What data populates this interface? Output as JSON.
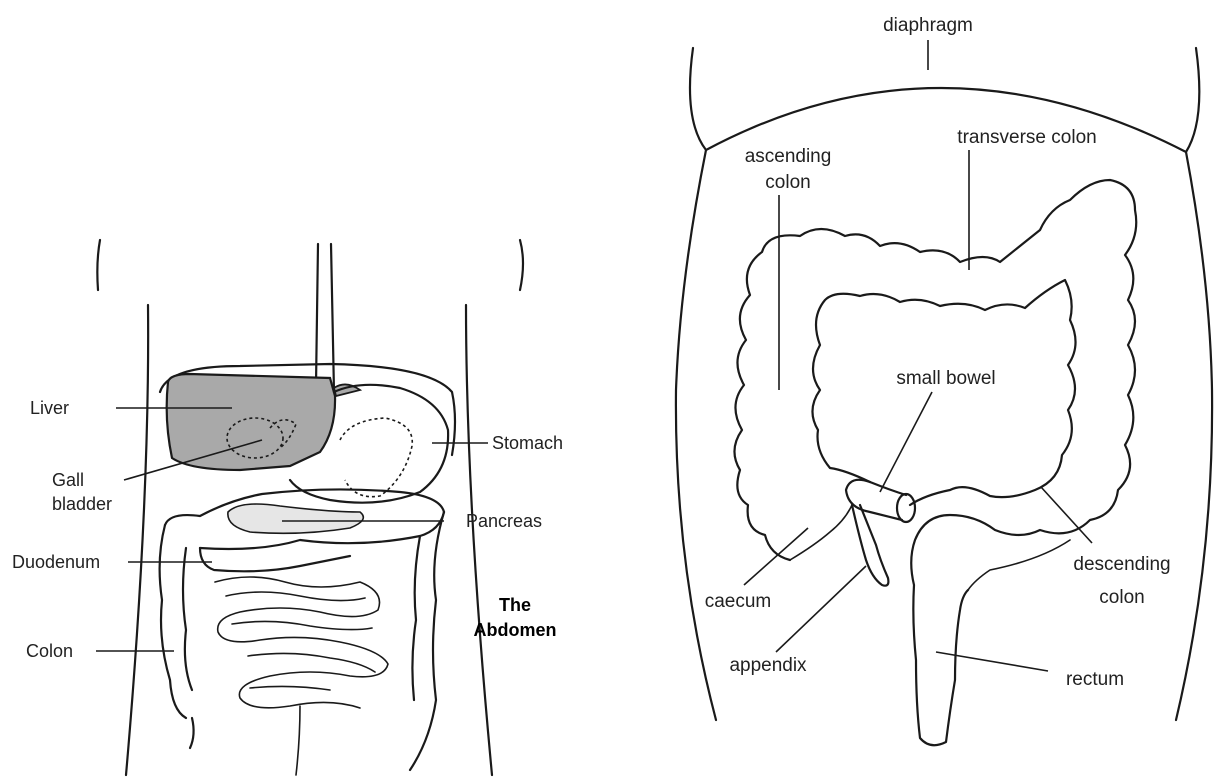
{
  "left_diagram": {
    "title_line1": "The",
    "title_line2": "Abdomen",
    "labels": {
      "liver": "Liver",
      "gall_bladder_1": "Gall",
      "gall_bladder_2": "bladder",
      "duodenum": "Duodenum",
      "colon": "Colon",
      "stomach": "Stomach",
      "pancreas": "Pancreas"
    },
    "colors": {
      "liver_fill": "#a9a9a9",
      "pancreas_fill": "#e6e6e6"
    }
  },
  "right_diagram": {
    "labels": {
      "diaphragm": "diaphragm",
      "ascending_colon_1": "ascending",
      "ascending_colon_2": "colon",
      "transverse_colon": "transverse colon",
      "small_bowel": "small bowel",
      "caecum": "caecum",
      "appendix": "appendix",
      "descending_colon_1": "descending",
      "descending_colon_2": "colon",
      "rectum": "rectum"
    }
  }
}
